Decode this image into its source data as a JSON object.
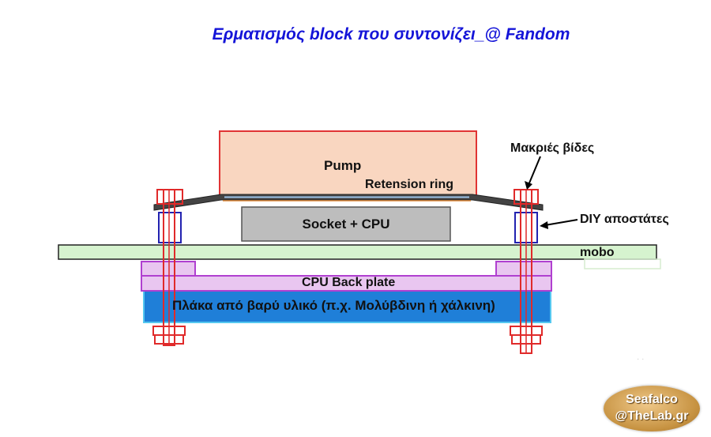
{
  "title": "Ερματισμός block που συντονίζει_@ Fandom",
  "labels": {
    "pump": "Pump",
    "retension_ring": "Retension ring",
    "socket_cpu": "Socket + CPU",
    "mobo": "mobo",
    "backplate": "CPU  Back plate",
    "heavy_plate": "Πλάκα από βαρύ υλικό (π.χ. Μολύβδινη ή χάλκινη)",
    "long_screws": "Μακριές βίδες",
    "diy_spacers": "DIY αποστάτες"
  },
  "watermark": {
    "line1": "Seafalco",
    "line2": "@TheLab.gr"
  },
  "colors": {
    "title": "#1414d8",
    "pump_fill": "#f9d6c0",
    "pump_border": "#e03434",
    "socket_fill": "#bdbdbd",
    "mobo_fill": "#d6f3cf",
    "backplate_fill": "#e9c6f0",
    "backplate_border": "#b040d0",
    "heavy_plate_fill": "#1f7fd8",
    "screw_color": "#e02a2a",
    "spacer_color": "#2222b0"
  }
}
